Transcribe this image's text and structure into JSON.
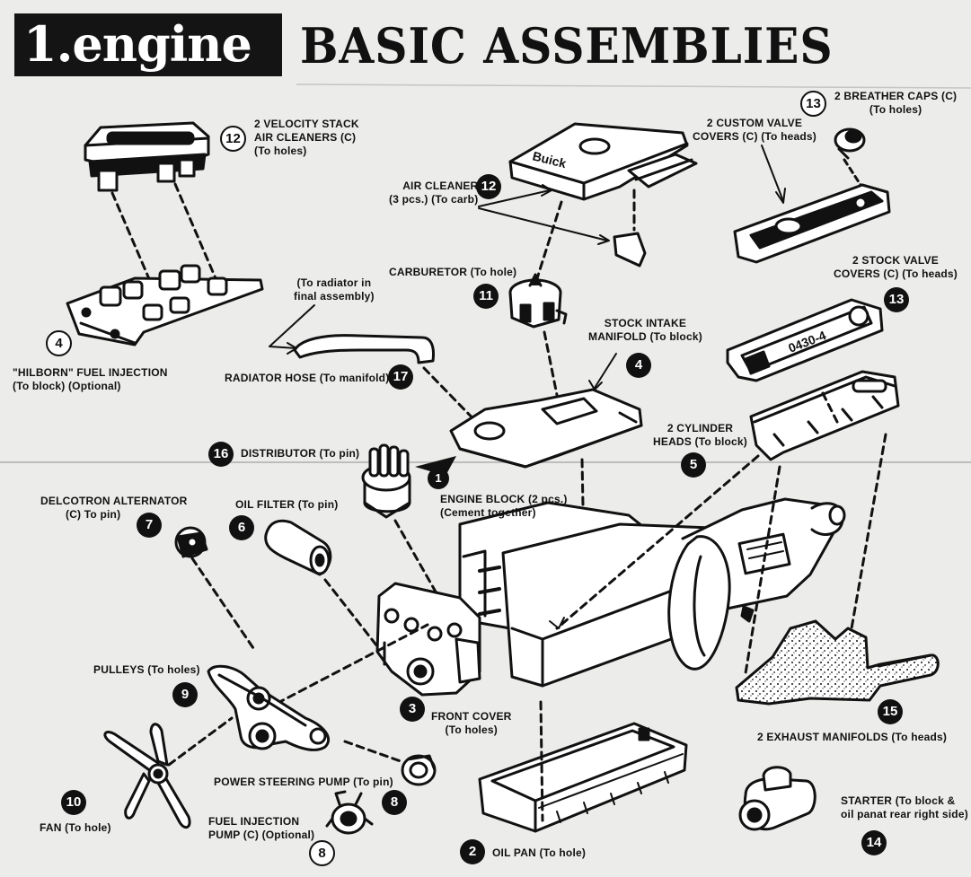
{
  "header": {
    "badge": "1.engine",
    "title": "BASIC ASSEMBLIES"
  },
  "labels": {
    "velocity_line1": "2 VELOCITY STACK",
    "velocity_line2": "AIR CLEANERS (C)",
    "velocity_line3": "(To holes)",
    "velocity_num": "12",
    "breather_line1": "2 BREATHER CAPS (C)",
    "breather_line2": "(To holes)",
    "breather_num": "13",
    "custom_valve_line1": "2 CUSTOM VALVE",
    "custom_valve_line2": "COVERS (C) (To heads)",
    "air_cleaner_line1": "AIR CLEANER",
    "air_cleaner_line2": "(3 pcs.) (To carb)",
    "air_cleaner_num": "12",
    "carburetor_line1": "CARBURETOR (To hole)",
    "carburetor_num": "11",
    "radiator_note_line1": "(To radiator in",
    "radiator_note_line2": "final assembly)",
    "stock_valve_line1": "2 STOCK VALVE",
    "stock_valve_line2": "COVERS (C) (To heads)",
    "stock_valve_num": "13",
    "hilborn_num": "4",
    "hilborn_line1": "\"HILBORN\" FUEL INJECTION",
    "hilborn_line2": "(To block)  (Optional)",
    "radiator_hose_line1": "RADIATOR HOSE (To manifold)",
    "radiator_hose_num": "17",
    "stock_intake_line1": "STOCK INTAKE",
    "stock_intake_line2": "MANIFOLD (To block)",
    "stock_intake_num": "4",
    "cyl_heads_line1": "2 CYLINDER",
    "cyl_heads_line2": "HEADS (To block)",
    "cyl_heads_num": "5",
    "distributor_num": "16",
    "distributor_line1": "DISTRIBUTOR (To pin)",
    "engine_block_num": "1",
    "engine_block_line1": "ENGINE BLOCK (2 pcs.)",
    "engine_block_line2": "(Cement together)",
    "delcotron_line1": "DELCOTRON ALTERNATOR",
    "delcotron_line2": "(C) To pin)",
    "delcotron_num": "7",
    "oil_filter_line1": "OIL FILTER (To pin)",
    "oil_filter_num": "6",
    "pulleys_line1": "PULLEYS (To holes)",
    "pulleys_num": "9",
    "front_cover_num": "3",
    "front_cover_line1": "FRONT COVER",
    "front_cover_line2": "(To holes)",
    "exhaust_num": "15",
    "exhaust_line1": "2 EXHAUST MANIFOLDS (To heads)",
    "power_steering_line1": "POWER STEERING PUMP (To pin)",
    "power_steering_num": "8",
    "fan_num": "10",
    "fan_line1": "FAN (To hole)",
    "fuel_pump_line1": "FUEL INJECTION",
    "fuel_pump_line2": "PUMP (C) (Optional)",
    "fuel_pump_num": "8",
    "oil_pan_num": "2",
    "oil_pan_line1": "OIL PAN (To hole)",
    "starter_line1": "STARTER (To block &",
    "starter_line2": "oil panat rear right side)",
    "starter_num": "14"
  },
  "engraved": {
    "air_cleaner_brand": "Buick",
    "valve_cover_code": "0430-4"
  },
  "colors": {
    "ink": "#111111",
    "paper": "#ececea",
    "badge_bg": "#141414"
  }
}
